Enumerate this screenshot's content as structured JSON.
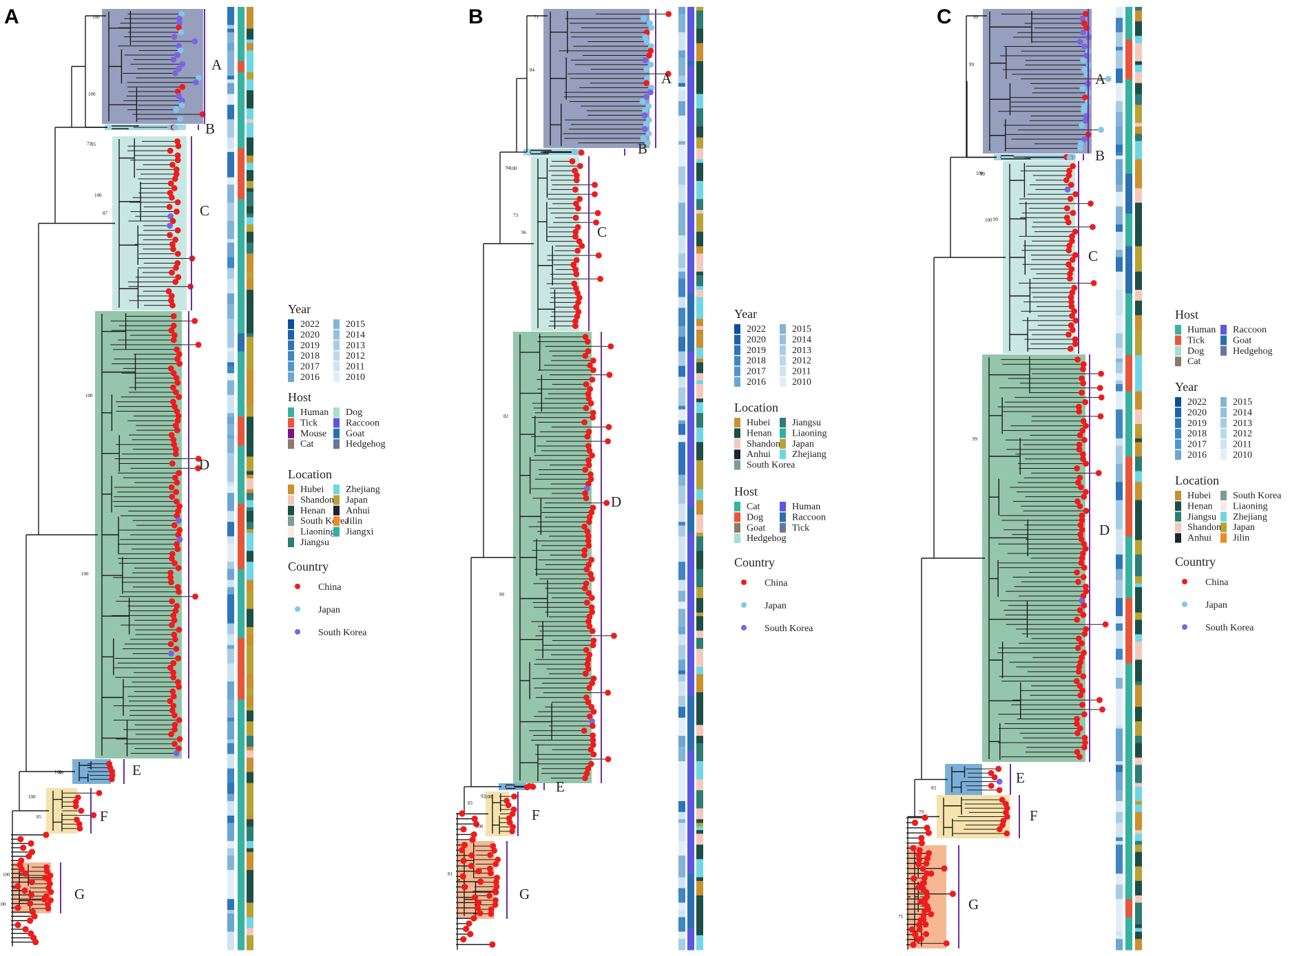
{
  "panels": [
    {
      "label": "A",
      "clades": [
        {
          "name": "A",
          "color": "#8e97b8"
        },
        {
          "name": "B",
          "color": "#9fd4e0"
        },
        {
          "name": "C",
          "color": "#c3e5df"
        },
        {
          "name": "D",
          "color": "#8cc0a3"
        },
        {
          "name": "E",
          "color": "#6fa8d6"
        },
        {
          "name": "F",
          "color": "#f5dfa5"
        },
        {
          "name": "G",
          "color": "#f4b28a"
        }
      ],
      "support_values": [
        "100",
        "95",
        "100",
        "100",
        "99",
        "100",
        "100",
        "100",
        "72",
        "87",
        "100",
        "100",
        "85",
        "100"
      ],
      "legend": [
        {
          "title": "Year",
          "columns": 2,
          "items": [
            {
              "label": "2022",
              "color": "#0b4f9c"
            },
            {
              "label": "2015",
              "color": "#83b4d6"
            },
            {
              "label": "2020",
              "color": "#1f62ab"
            },
            {
              "label": "2014",
              "color": "#95c0de"
            },
            {
              "label": "2019",
              "color": "#2e74b8"
            },
            {
              "label": "2013",
              "color": "#a8cce5"
            },
            {
              "label": "2018",
              "color": "#4086c4"
            },
            {
              "label": "2012",
              "color": "#bcd8eb"
            },
            {
              "label": "2017",
              "color": "#5596cc"
            },
            {
              "label": "2011",
              "color": "#cfe3f1"
            },
            {
              "label": "2016",
              "color": "#6ca6d3"
            },
            {
              "label": "2010",
              "color": "#e2eef7"
            }
          ]
        },
        {
          "title": "Host",
          "columns": 2,
          "items": [
            {
              "label": "Human",
              "color": "#36b2a0"
            },
            {
              "label": "Dog",
              "color": "#a9dcd2"
            },
            {
              "label": "Tick",
              "color": "#e8553a"
            },
            {
              "label": "Raccoon",
              "color": "#5b57e0"
            },
            {
              "label": "Mouse",
              "color": "#7d1380"
            },
            {
              "label": "Goat",
              "color": "#2a6fb0"
            },
            {
              "label": "Cat",
              "color": "#8c7a68"
            },
            {
              "label": "Hedgehog",
              "color": "#66779c"
            }
          ]
        },
        {
          "title": "Location",
          "columns": 2,
          "items": [
            {
              "label": "Hubei",
              "color": "#c8902e"
            },
            {
              "label": "Zhejiang",
              "color": "#6fd6e4"
            },
            {
              "label": "Shandong",
              "color": "#f3c9bc"
            },
            {
              "label": "Japan",
              "color": "#b8a234"
            },
            {
              "label": "Henan",
              "color": "#1c4f45"
            },
            {
              "label": "Anhui",
              "color": "#1b2433"
            },
            {
              "label": "South Korea",
              "color": "#7e9b99"
            },
            {
              "label": "Jilin",
              "color": "#ee8a25"
            },
            {
              "label": "Liaoning",
              "color": "#fbe9e3"
            },
            {
              "label": "Jiangxi",
              "color": "#2bb1a4"
            },
            {
              "label": "Jiangsu",
              "color": "#2c7d73"
            }
          ]
        },
        {
          "title": "Country",
          "columns": 1,
          "dots": true,
          "items": [
            {
              "label": "China",
              "color": "#ee1c1c"
            },
            {
              "label": "Japan",
              "color": "#80c8ea"
            },
            {
              "label": "South Korea",
              "color": "#7a64e0"
            }
          ]
        }
      ],
      "strips": [
        {
          "palette": [
            "#6ca6d3",
            "#2e74b8",
            "#a8cce5",
            "#cfe3f1",
            "#4086c4",
            "#e2eef7",
            "#83b4d6"
          ]
        },
        {
          "palette": [
            "#36b2a0",
            "#36b2a0",
            "#36b2a0",
            "#36b2a0",
            "#2a6fb0",
            "#e8553a"
          ]
        },
        {
          "palette": [
            "#1c4f45",
            "#1c4f45",
            "#c8902e",
            "#2c7d73",
            "#b8a234",
            "#6fd6e4",
            "#f3c9bc"
          ]
        }
      ]
    },
    {
      "label": "B",
      "clades": [
        {
          "name": "A",
          "color": "#8e97b8"
        },
        {
          "name": "B",
          "color": "#9fd4e0"
        },
        {
          "name": "C",
          "color": "#c3e5df"
        },
        {
          "name": "D",
          "color": "#8cc0a3"
        },
        {
          "name": "E",
          "color": "#6fa8d6"
        },
        {
          "name": "F",
          "color": "#f5dfa5"
        },
        {
          "name": "G",
          "color": "#f4b28a"
        }
      ],
      "support_values": [
        "71",
        "100",
        "73",
        "82",
        "100",
        "83",
        "81",
        "84",
        "94",
        "96",
        "99",
        "92",
        "100"
      ],
      "legend": [
        {
          "title": "Year",
          "columns": 2,
          "items": [
            {
              "label": "2022",
              "color": "#0b4f9c"
            },
            {
              "label": "2015",
              "color": "#83b4d6"
            },
            {
              "label": "2020",
              "color": "#1f62ab"
            },
            {
              "label": "2014",
              "color": "#95c0de"
            },
            {
              "label": "2019",
              "color": "#2e74b8"
            },
            {
              "label": "2013",
              "color": "#a8cce5"
            },
            {
              "label": "2018",
              "color": "#4086c4"
            },
            {
              "label": "2012",
              "color": "#bcd8eb"
            },
            {
              "label": "2017",
              "color": "#5596cc"
            },
            {
              "label": "2011",
              "color": "#cfe3f1"
            },
            {
              "label": "2016",
              "color": "#6ca6d3"
            },
            {
              "label": "2010",
              "color": "#e2eef7"
            }
          ]
        },
        {
          "title": "Location",
          "columns": 2,
          "items": [
            {
              "label": "Hubei",
              "color": "#c8902e"
            },
            {
              "label": "Jiangsu",
              "color": "#2c7d73"
            },
            {
              "label": "Henan",
              "color": "#1c4f45"
            },
            {
              "label": "Liaoning",
              "color": "#2bb1a4"
            },
            {
              "label": "Shandong",
              "color": "#f3c9bc"
            },
            {
              "label": "Japan",
              "color": "#b8a234"
            },
            {
              "label": "Anhui",
              "color": "#1b2433"
            },
            {
              "label": "Zhejiang",
              "color": "#6fd6e4"
            },
            {
              "label": "South Korea",
              "color": "#7e9b99"
            }
          ]
        },
        {
          "title": "Host",
          "columns": 2,
          "items": [
            {
              "label": "Cat",
              "color": "#36b2a0"
            },
            {
              "label": "Human",
              "color": "#5b57e0"
            },
            {
              "label": "Dog",
              "color": "#e8553a"
            },
            {
              "label": "Raccoon",
              "color": "#2a6fb0"
            },
            {
              "label": "Goat",
              "color": "#8c7a68"
            },
            {
              "label": "Tick",
              "color": "#66779c"
            },
            {
              "label": "Hedgehog",
              "color": "#a9dcd2"
            }
          ]
        },
        {
          "title": "Country",
          "columns": 1,
          "dots": true,
          "items": [
            {
              "label": "China",
              "color": "#ee1c1c"
            },
            {
              "label": "Japan",
              "color": "#80c8ea"
            },
            {
              "label": "South Korea",
              "color": "#7a64e0"
            }
          ]
        }
      ],
      "strips": [
        {
          "palette": [
            "#6ca6d3",
            "#2e74b8",
            "#a8cce5",
            "#cfe3f1",
            "#4086c4",
            "#e2eef7",
            "#83b4d6"
          ]
        },
        {
          "palette": [
            "#5b57e0",
            "#5b57e0",
            "#5b57e0",
            "#5b57e0",
            "#5b57e0",
            "#2a6fb0"
          ]
        },
        {
          "palette": [
            "#1c4f45",
            "#1c4f45",
            "#c8902e",
            "#2c7d73",
            "#b8a234",
            "#6fd6e4",
            "#f3c9bc"
          ]
        }
      ]
    },
    {
      "label": "C",
      "clades": [
        {
          "name": "A",
          "color": "#8e97b8"
        },
        {
          "name": "B",
          "color": "#9fd4e0"
        },
        {
          "name": "C",
          "color": "#c3e5df"
        },
        {
          "name": "D",
          "color": "#8cc0a3"
        },
        {
          "name": "E",
          "color": "#6fa8d6"
        },
        {
          "name": "F",
          "color": "#f5dfa5"
        },
        {
          "name": "G",
          "color": "#f4b28a"
        }
      ],
      "support_values": [
        "99",
        "99",
        "100",
        "99",
        "83",
        "79",
        "75",
        "99",
        "100",
        "99"
      ],
      "legend": [
        {
          "title": "Host",
          "columns": 2,
          "items": [
            {
              "label": "Human",
              "color": "#36b2a0"
            },
            {
              "label": "Raccoon",
              "color": "#5b57e0"
            },
            {
              "label": "Tick",
              "color": "#e8553a"
            },
            {
              "label": "Goat",
              "color": "#2a6fb0"
            },
            {
              "label": "Dog",
              "color": "#a9dcd2"
            },
            {
              "label": "Hedgehog",
              "color": "#66779c"
            },
            {
              "label": "Cat",
              "color": "#8c7a68"
            }
          ]
        },
        {
          "title": "Year",
          "columns": 2,
          "items": [
            {
              "label": "2022",
              "color": "#0b4f9c"
            },
            {
              "label": "2015",
              "color": "#83b4d6"
            },
            {
              "label": "2020",
              "color": "#1f62ab"
            },
            {
              "label": "2014",
              "color": "#95c0de"
            },
            {
              "label": "2019",
              "color": "#2e74b8"
            },
            {
              "label": "2013",
              "color": "#a8cce5"
            },
            {
              "label": "2018",
              "color": "#4086c4"
            },
            {
              "label": "2012",
              "color": "#bcd8eb"
            },
            {
              "label": "2017",
              "color": "#5596cc"
            },
            {
              "label": "2011",
              "color": "#cfe3f1"
            },
            {
              "label": "2016",
              "color": "#6ca6d3"
            },
            {
              "label": "2010",
              "color": "#e2eef7"
            }
          ]
        },
        {
          "title": "Location",
          "columns": 2,
          "items": [
            {
              "label": "Hubei",
              "color": "#c8902e"
            },
            {
              "label": "South Korea",
              "color": "#7e9b99"
            },
            {
              "label": "Henan",
              "color": "#1c4f45"
            },
            {
              "label": "Liaoning",
              "color": "#fbe9e3"
            },
            {
              "label": "Jiangsu",
              "color": "#2c7d73"
            },
            {
              "label": "Zhejiang",
              "color": "#6fd6e4"
            },
            {
              "label": "Shandong",
              "color": "#f3c9bc"
            },
            {
              "label": "Japan",
              "color": "#b8a234"
            },
            {
              "label": "Anhui",
              "color": "#1b2433"
            },
            {
              "label": "Jilin",
              "color": "#ee8a25"
            }
          ]
        },
        {
          "title": "Country",
          "columns": 1,
          "dots": true,
          "items": [
            {
              "label": "China",
              "color": "#ee1c1c"
            },
            {
              "label": "Japan",
              "color": "#80c8ea"
            },
            {
              "label": "South Korea",
              "color": "#7a64e0"
            }
          ]
        }
      ],
      "strips": [
        {
          "palette": [
            "#6ca6d3",
            "#2e74b8",
            "#a8cce5",
            "#cfe3f1",
            "#4086c4",
            "#e2eef7",
            "#83b4d6"
          ]
        },
        {
          "palette": [
            "#36b2a0",
            "#36b2a0",
            "#36b2a0",
            "#36b2a0",
            "#2a6fb0",
            "#e8553a"
          ]
        },
        {
          "palette": [
            "#1c4f45",
            "#1c4f45",
            "#c8902e",
            "#2c7d73",
            "#b8a234",
            "#6fd6e4",
            "#f3c9bc"
          ]
        }
      ]
    }
  ]
}
